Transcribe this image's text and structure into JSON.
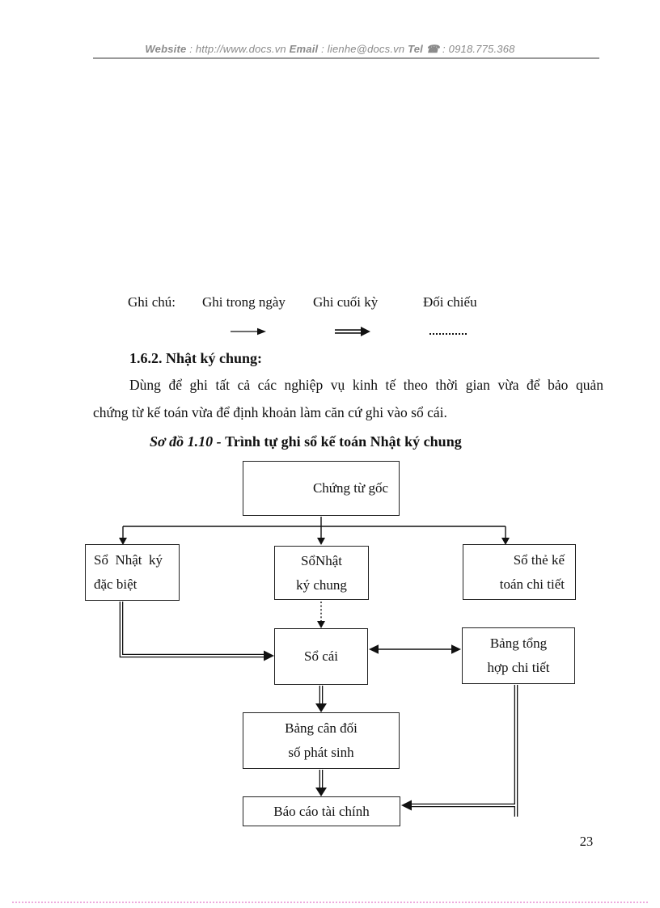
{
  "header": {
    "website_label": "Website",
    "website_value": " : http://www.docs.vn  ",
    "email_label": "Email",
    "email_value": "  : lienhe@docs.vn   ",
    "tel_label": "Tel",
    "tel_icon": " ☎",
    "tel_value": " : 0918.775.368"
  },
  "legend": {
    "title": "Ghi chú:",
    "items": [
      {
        "label": "Ghi trong ngày",
        "symbol": "single-arrow"
      },
      {
        "label": "Ghi cuối kỳ",
        "symbol": "double-arrow"
      },
      {
        "label": "Đối chiếu",
        "symbol": "dotted-line"
      }
    ]
  },
  "section": {
    "heading": "1.6.2. Nhật ký chung:",
    "paragraph_line1": "Dùng để ghi tất cả các nghiệp vụ kinh tế theo thời gian vừa để bảo quản",
    "paragraph_line2": "chứng từ kế toán vừa để định khoản làm căn cứ ghi vào sổ cái."
  },
  "diagram": {
    "title_prefix": "Sơ đồ 1.10 - ",
    "title_rest": "Trình tự ghi sổ kế toán Nhật ký chung",
    "boxes": {
      "chung_tu_goc": "Chứng từ gốc",
      "nhat_ky_dac_biet_line1": "Sổ  Nhật  ký",
      "nhat_ky_dac_biet_line2": "đặc biệt",
      "nhat_ky_chung_line1": "SổNhật",
      "nhat_ky_chung_line2": "ký chung",
      "so_the_ke_line1": "Sổ thẻ kế",
      "so_the_ke_line2": "toán chi tiết",
      "so_cai": "Sổ cái",
      "bang_tong_hop_line1": "Bảng tổng",
      "bang_tong_hop_line2": "hợp chi tiết",
      "bang_can_doi_line1": "Bảng cân đối",
      "bang_can_doi_line2": "số phát sinh",
      "bao_cao_tai_chinh": "Báo cáo tài chính"
    }
  },
  "page_number": "23",
  "colors": {
    "ink": "#111111",
    "header_text": "#8a8a8a",
    "header_rule": "#9a9a9a",
    "bottom_dotted_line": "#eeaade"
  }
}
